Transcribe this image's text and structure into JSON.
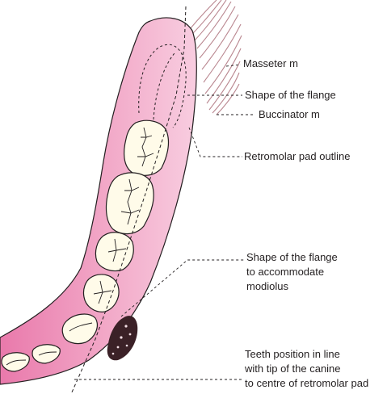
{
  "colors": {
    "gum_light": "#f4b9d3",
    "gum_dark": "#e979ab",
    "outline": "#231f20",
    "tooth": "#fffbe9",
    "muscle": "#b9868f",
    "modiolus": "#3b2127"
  },
  "labels": {
    "masseter": "Masseter m",
    "flange_shape": "Shape of the flange",
    "buccinator": "Buccinator m",
    "retromolar": "Retromolar pad outline",
    "modiolus_flange": [
      "Shape of the flange",
      "to accommodate",
      "modiolus"
    ],
    "teeth_position": [
      "Teeth position in line",
      "with tip of the canine",
      "to centre of retromolar pad"
    ]
  }
}
